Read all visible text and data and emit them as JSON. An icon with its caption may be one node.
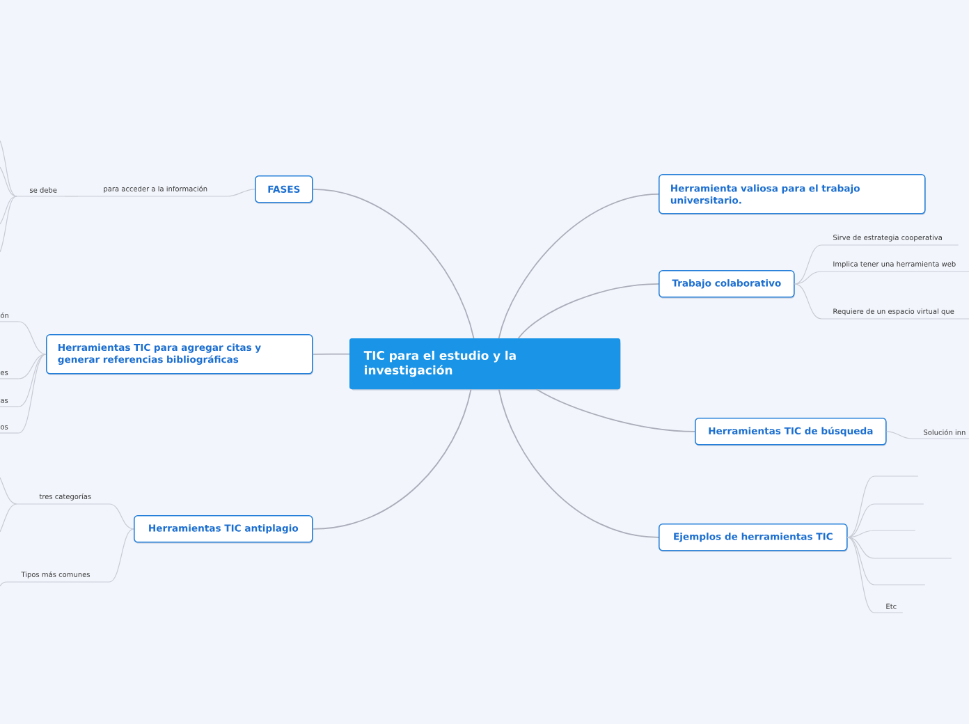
{
  "diagram": {
    "nodes": [
      {
        "text": [
          "TIC para el estudio y la investigación"
        ]
      },
      {
        "text": [
          "FASES"
        ]
      },
      {
        "text": [
          "para acceder a la información"
        ]
      },
      {
        "text": [
          "se debe"
        ]
      },
      {
        "text": [
          "Herramientas TIC para agregar citas y generar referencias bibliográficas"
        ]
      },
      {
        "text": [
          "ón"
        ]
      },
      {
        "text": [
          "es"
        ]
      },
      {
        "text": [
          "as"
        ]
      },
      {
        "text": [
          "os"
        ]
      },
      {
        "text": [
          "Herramientas TIC antiplagio"
        ]
      },
      {
        "text": [
          "tres categorías"
        ]
      },
      {
        "text": [
          "Tipos más comunes"
        ]
      },
      {
        "text": [
          "Herramienta valiosa para el trabajo universitario."
        ]
      },
      {
        "text": [
          "Trabajo colaborativo"
        ]
      },
      {
        "text": [
          "Sirve de estrategia cooperativa"
        ]
      },
      {
        "text": [
          "Implica tener una herramienta web"
        ]
      },
      {
        "text": [
          "Requiere de un espacio virtual que"
        ]
      },
      {
        "text": [
          "Herramientas TIC de búsqueda"
        ]
      },
      {
        "text": [
          "Solución inn"
        ]
      },
      {
        "text": [
          "Ejemplos de herramientas TIC"
        ]
      },
      {
        "text": [],
        "shape": "line"
      },
      {
        "text": [],
        "shape": "line"
      },
      {
        "text": [],
        "shape": "line"
      },
      {
        "text": [],
        "shape": "line"
      },
      {
        "text": [],
        "shape": "line"
      },
      {
        "text": [
          "Etc"
        ]
      }
    ],
    "edges": [
      {
        "from": 0,
        "to": 1,
        "arrow": "none"
      },
      {
        "from": 1,
        "to": 2,
        "arrow": "none"
      },
      {
        "from": 2,
        "to": 3,
        "arrow": "none"
      },
      {
        "from": 3,
        "to": null,
        "arrow": "none"
      },
      {
        "from": 3,
        "to": null,
        "arrow": "none"
      },
      {
        "from": 3,
        "to": null,
        "arrow": "none"
      },
      {
        "from": 3,
        "to": null,
        "arrow": "none"
      },
      {
        "from": 0,
        "to": 4,
        "arrow": "none"
      },
      {
        "from": 4,
        "to": 5,
        "arrow": "none"
      },
      {
        "from": 4,
        "to": 6,
        "arrow": "none"
      },
      {
        "from": 4,
        "to": 7,
        "arrow": "none"
      },
      {
        "from": 4,
        "to": 8,
        "arrow": "none"
      },
      {
        "from": 0,
        "to": 9,
        "arrow": "none"
      },
      {
        "from": 9,
        "to": 10,
        "arrow": "none"
      },
      {
        "from": 9,
        "to": 11,
        "arrow": "none"
      },
      {
        "from": 10,
        "to": null,
        "arrow": "none"
      },
      {
        "from": 10,
        "to": null,
        "arrow": "none"
      },
      {
        "from": 11,
        "to": null,
        "arrow": "none"
      },
      {
        "from": 0,
        "to": 12,
        "arrow": "none"
      },
      {
        "from": 0,
        "to": 13,
        "arrow": "none"
      },
      {
        "from": 13,
        "to": 14,
        "arrow": "none"
      },
      {
        "from": 13,
        "to": 15,
        "arrow": "none"
      },
      {
        "from": 13,
        "to": 16,
        "arrow": "none"
      },
      {
        "from": 0,
        "to": 17,
        "arrow": "none"
      },
      {
        "from": 17,
        "to": 18,
        "arrow": "none"
      },
      {
        "from": 0,
        "to": 19,
        "arrow": "none"
      },
      {
        "from": 19,
        "to": 20,
        "arrow": "none"
      },
      {
        "from": 19,
        "to": 21,
        "arrow": "none"
      },
      {
        "from": 19,
        "to": 22,
        "arrow": "none"
      },
      {
        "from": 19,
        "to": 23,
        "arrow": "none"
      },
      {
        "from": 19,
        "to": 24,
        "arrow": "none"
      },
      {
        "from": 19,
        "to": 25,
        "arrow": "none"
      }
    ]
  }
}
